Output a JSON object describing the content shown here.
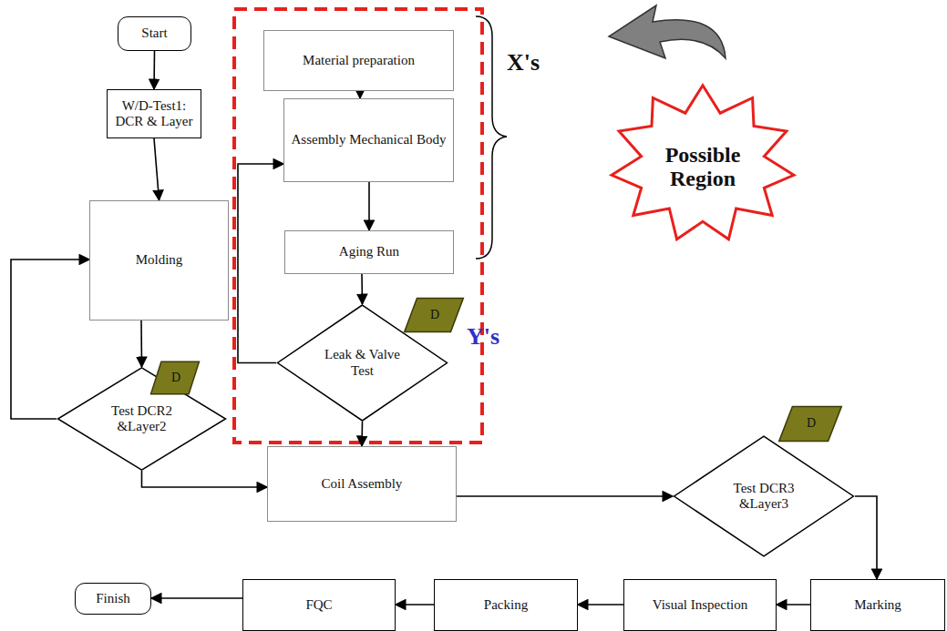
{
  "diagram": {
    "nodes": [
      {
        "text": [
          "Start"
        ]
      },
      {
        "text": [
          "W/D-Test1: DCR & Layer"
        ]
      },
      {
        "text": [
          "Material preparation"
        ]
      },
      {
        "text": [
          "Assembly Mechanical Body"
        ]
      },
      {
        "text": [
          "Aging Run"
        ]
      },
      {
        "text": [
          "Molding"
        ]
      },
      {
        "text": [
          "Leak & Valve Test"
        ]
      },
      {
        "text": [
          "D"
        ]
      },
      {
        "text": [
          "Test DCR2 &Layer2"
        ]
      },
      {
        "text": [
          "D"
        ]
      },
      {
        "text": [
          "Coil Assembly"
        ]
      },
      {
        "text": [
          "Test DCR3 &Layer3"
        ]
      },
      {
        "text": [
          "D"
        ]
      },
      {
        "text": [
          "Marking"
        ]
      },
      {
        "text": [
          "Visual Inspection"
        ]
      },
      {
        "text": [
          "Packing"
        ]
      },
      {
        "text": [
          "FQC"
        ]
      },
      {
        "text": [
          "Finish"
        ]
      },
      {
        "text": [
          "Possible Region"
        ]
      }
    ],
    "edges": [
      {
        "from": 0,
        "to": 1,
        "arrow": "to"
      },
      {
        "from": 1,
        "to": 5,
        "arrow": "to"
      },
      {
        "from": 5,
        "to": 8,
        "arrow": "to"
      },
      {
        "from": 8,
        "to": 5,
        "arrow": "to"
      },
      {
        "from": 8,
        "to": 10,
        "arrow": "to"
      },
      {
        "from": 2,
        "to": 3,
        "arrow": "to"
      },
      {
        "from": 3,
        "to": 4,
        "arrow": "to"
      },
      {
        "from": 4,
        "to": 6,
        "arrow": "to"
      },
      {
        "from": 6,
        "to": 3,
        "arrow": "to"
      },
      {
        "from": 6,
        "to": 10,
        "arrow": "to"
      },
      {
        "from": 10,
        "to": 11,
        "arrow": "to"
      },
      {
        "from": 11,
        "to": 13,
        "arrow": "to"
      },
      {
        "from": 13,
        "to": 14,
        "arrow": "to"
      },
      {
        "from": 14,
        "to": 15,
        "arrow": "to"
      },
      {
        "from": 15,
        "to": 16,
        "arrow": "to"
      },
      {
        "from": 16,
        "to": 17,
        "arrow": "to"
      }
    ],
    "labels": [
      "X's",
      "Y's"
    ]
  }
}
